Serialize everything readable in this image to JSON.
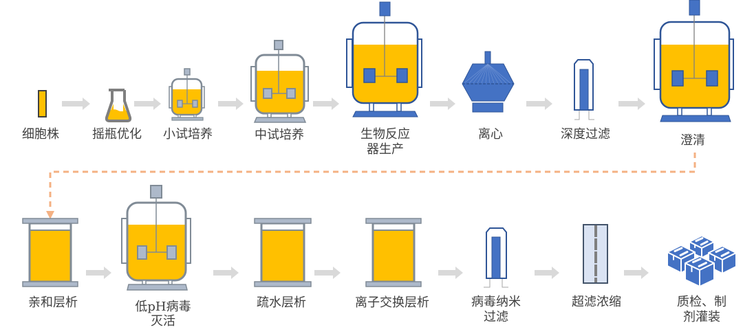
{
  "process": {
    "row1": [
      {
        "label_lines": [
          "细胞株"
        ],
        "icon": "cell-vial-icon"
      },
      {
        "label_lines": [
          "摇瓶优化"
        ],
        "icon": "shake-flask-icon"
      },
      {
        "label_lines": [
          "小试培养"
        ],
        "icon": "small-bioreactor-icon"
      },
      {
        "label_lines": [
          "中试培养"
        ],
        "icon": "pilot-bioreactor-icon"
      },
      {
        "label_lines": [
          "生物反应",
          "器生产"
        ],
        "icon": "production-bioreactor-icon"
      },
      {
        "label_lines": [
          "离心"
        ],
        "icon": "centrifuge-icon"
      },
      {
        "label_lines": [
          "深度过滤"
        ],
        "icon": "depth-filter-icon"
      },
      {
        "label_lines": [
          "澄清"
        ],
        "icon": "clarification-tank-icon"
      }
    ],
    "row2": [
      {
        "label_lines": [
          "亲和层析"
        ],
        "icon": "chromatography-column-icon"
      },
      {
        "label_lines": [
          "低pH病毒",
          "灭活"
        ],
        "icon": "inactivation-tank-icon"
      },
      {
        "label_lines": [
          "疏水层析"
        ],
        "icon": "chromatography-column-icon"
      },
      {
        "label_lines": [
          "离子交换层析"
        ],
        "icon": "chromatography-column-icon"
      },
      {
        "label_lines": [
          "病毒纳米",
          "过滤"
        ],
        "icon": "nanofilter-icon"
      },
      {
        "label_lines": [
          "超滤浓缩"
        ],
        "icon": "ultrafiltration-icon"
      },
      {
        "label_lines": [
          "质检、制",
          "剂灌装"
        ],
        "icon": "packaged-boxes-icon"
      }
    ]
  },
  "colors": {
    "liquid": "#FFC000",
    "blue_equipment": "#4472C4",
    "blue_outline": "#2F5597",
    "gray_equipment": "#ADB9CA",
    "gray_outline": "#808B96",
    "flow_arrow": "#D9D9D9",
    "connector_dashed": "#F4B183",
    "label_text": "#404040"
  }
}
